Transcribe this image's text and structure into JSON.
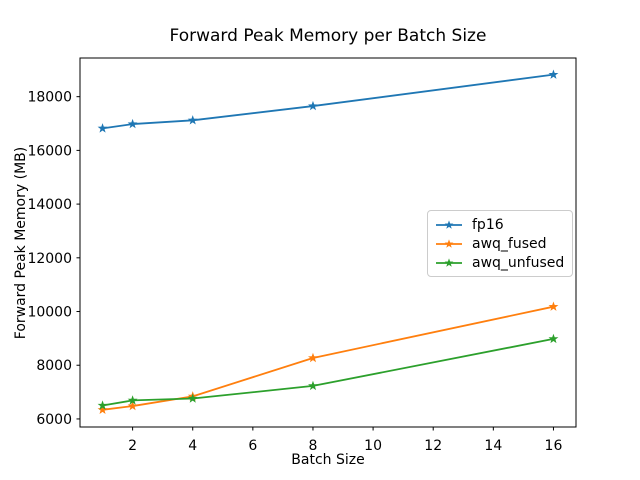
{
  "chart_data": {
    "type": "line",
    "title": "Forward Peak Memory per Batch Size",
    "xlabel": "Batch Size",
    "ylabel": "Forward Peak Memory (MB)",
    "x": [
      1,
      2,
      4,
      8,
      16
    ],
    "series": [
      {
        "name": "fp16",
        "color": "#1f77b4",
        "marker": "star",
        "values": [
          16820,
          16980,
          17120,
          17650,
          18820
        ]
      },
      {
        "name": "awq_fused",
        "color": "#ff7f0e",
        "marker": "star",
        "values": [
          6340,
          6480,
          6840,
          8270,
          10180
        ]
      },
      {
        "name": "awq_unfused",
        "color": "#2ca02c",
        "marker": "star",
        "values": [
          6500,
          6690,
          6760,
          7230,
          8980
        ]
      }
    ],
    "xticks": [
      2,
      4,
      6,
      8,
      10,
      12,
      14,
      16
    ],
    "yticks": [
      6000,
      8000,
      10000,
      12000,
      14000,
      16000,
      18000
    ],
    "xlim": [
      0.25,
      16.75
    ],
    "ylim": [
      5700,
      19440
    ],
    "grid": false,
    "legend_position": "center-right",
    "axis_color": "#000000",
    "background": "#ffffff"
  }
}
